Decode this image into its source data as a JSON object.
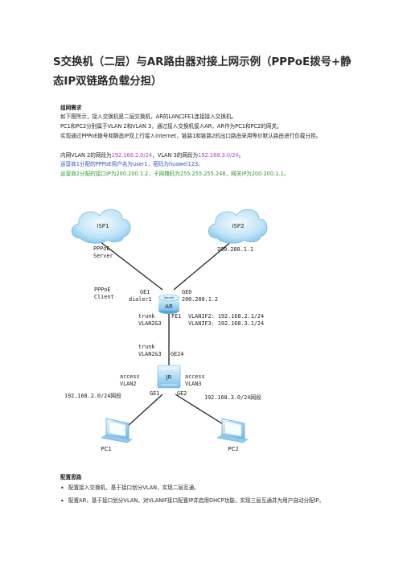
{
  "title": "S交换机（二层）与AR路由器对接上网示例（PPPoE拨号+静态IP双链路负载分担）",
  "networking": {
    "heading": "组网需求",
    "lines": [
      "如下图所示，接入交换机是二层交换机，AR的LAN口FE1连接接入交换机。",
      "PC1和PC2分别属于VLAN 2和VLAN 3，通过接入交换机接入AR，AR作为PC1和PC2的网关。",
      "实现通过PPPoE拨号和静态IP双上行接入Internet，链路1和链路2的出口路由采用等价默认路由进行负载分担。"
    ],
    "vlan_line": {
      "prefix": "内网VLAN 2的网段为",
      "vlan2_net": "192.168.2.0/24",
      "middle": "，VLAN 3的网段为",
      "vlan3_net": "192.168.3.0/24",
      "suffix": "。"
    },
    "isp1_line": "运营商1分配的PPPoE用户名为user1，密码为huawei123。",
    "isp2_line": "运营商2分配的接口IP为200.200.1.2，子网掩码为255.255.255.248，网关IP为200.200.1.1。"
  },
  "diagram": {
    "isp1": "ISP1",
    "isp2": "ISP2",
    "pppoe_server": [
      "PPPoE",
      "Server"
    ],
    "pppoe_client": [
      "PPPoE",
      "Client"
    ],
    "isp2_gw": "200.200.1.1",
    "ge1": "GE1",
    "dialer1": "dialer1",
    "ge0": "GE0",
    "ge0_ip": "200.200.1.2",
    "ar": "AR",
    "trunk_upper": [
      "trunk",
      "VLAN2&3"
    ],
    "fe1": "FE1",
    "vlanif2": "VLANIF2: 192.168.2.1/24",
    "vlanif3": "VLANIF3: 192.168.3.1/24",
    "trunk_lower": [
      "trunk",
      "VLAN2&3"
    ],
    "ge24": "GE24",
    "jr": "JR",
    "access_left": [
      "access",
      "VLAN2"
    ],
    "access_right": [
      "access",
      "VLAN3"
    ],
    "ge1_sw": "GE1",
    "ge2_sw": "GE2",
    "net_left": "192.168.2.0/24网段",
    "net_right": "192.168.3.0/24网段",
    "pc1": "PC1",
    "pc2": "PC2"
  },
  "config": {
    "heading": "配置思路",
    "bullets": [
      "配置接入交换机，基于接口划分VLAN，实现二层互通。",
      "配置AR，基于接口划分VLAN，对VLANIF接口配置IP并启用DHCP功能，实现三层互通并为用户自动分配IP。"
    ]
  },
  "colors": {
    "vlan_net": "#b040c8",
    "isp1_text": "#2f52c8",
    "isp2_text": "#2e9a2e"
  }
}
